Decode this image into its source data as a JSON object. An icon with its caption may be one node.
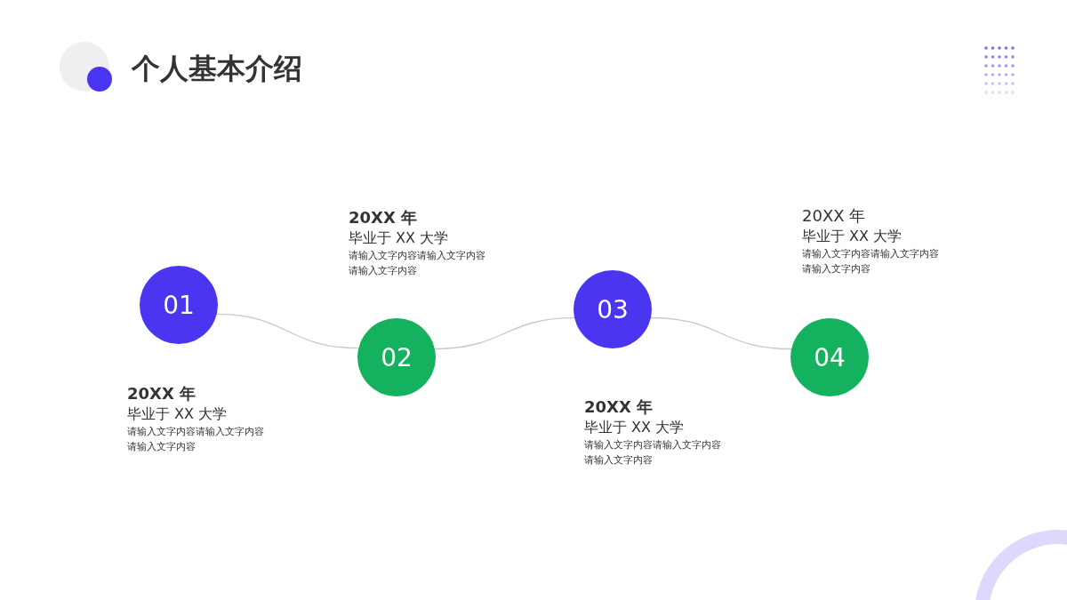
{
  "diagram": {
    "title": "个人基本介绍",
    "nodes": [
      {
        "text": [
          "01"
        ],
        "beside": [
          "20XX 年",
          "毕业于 XX 大学",
          "请输入文字内容请输入文字内容请输入文字内容"
        ]
      },
      {
        "text": [
          "02"
        ],
        "beside": [
          "20XX 年",
          "毕业于 XX 大学",
          "请输入文字内容请输入文字内容请输入文字内容"
        ]
      },
      {
        "text": [
          "03"
        ],
        "beside": [
          "20XX 年",
          "毕业于 XX 大学",
          "请输入文字内容请输入文字内容请输入文字内容"
        ]
      },
      {
        "text": [
          "04"
        ],
        "beside": [
          "20XX 年",
          "毕业于 XX 大学",
          "请输入文字内容请输入文字内容请输入文字内容"
        ]
      }
    ],
    "edges": [
      {
        "from": 0,
        "to": 1,
        "arrow": "none"
      },
      {
        "from": 1,
        "to": 2,
        "arrow": "none"
      },
      {
        "from": 2,
        "to": 3,
        "arrow": "none"
      }
    ]
  }
}
